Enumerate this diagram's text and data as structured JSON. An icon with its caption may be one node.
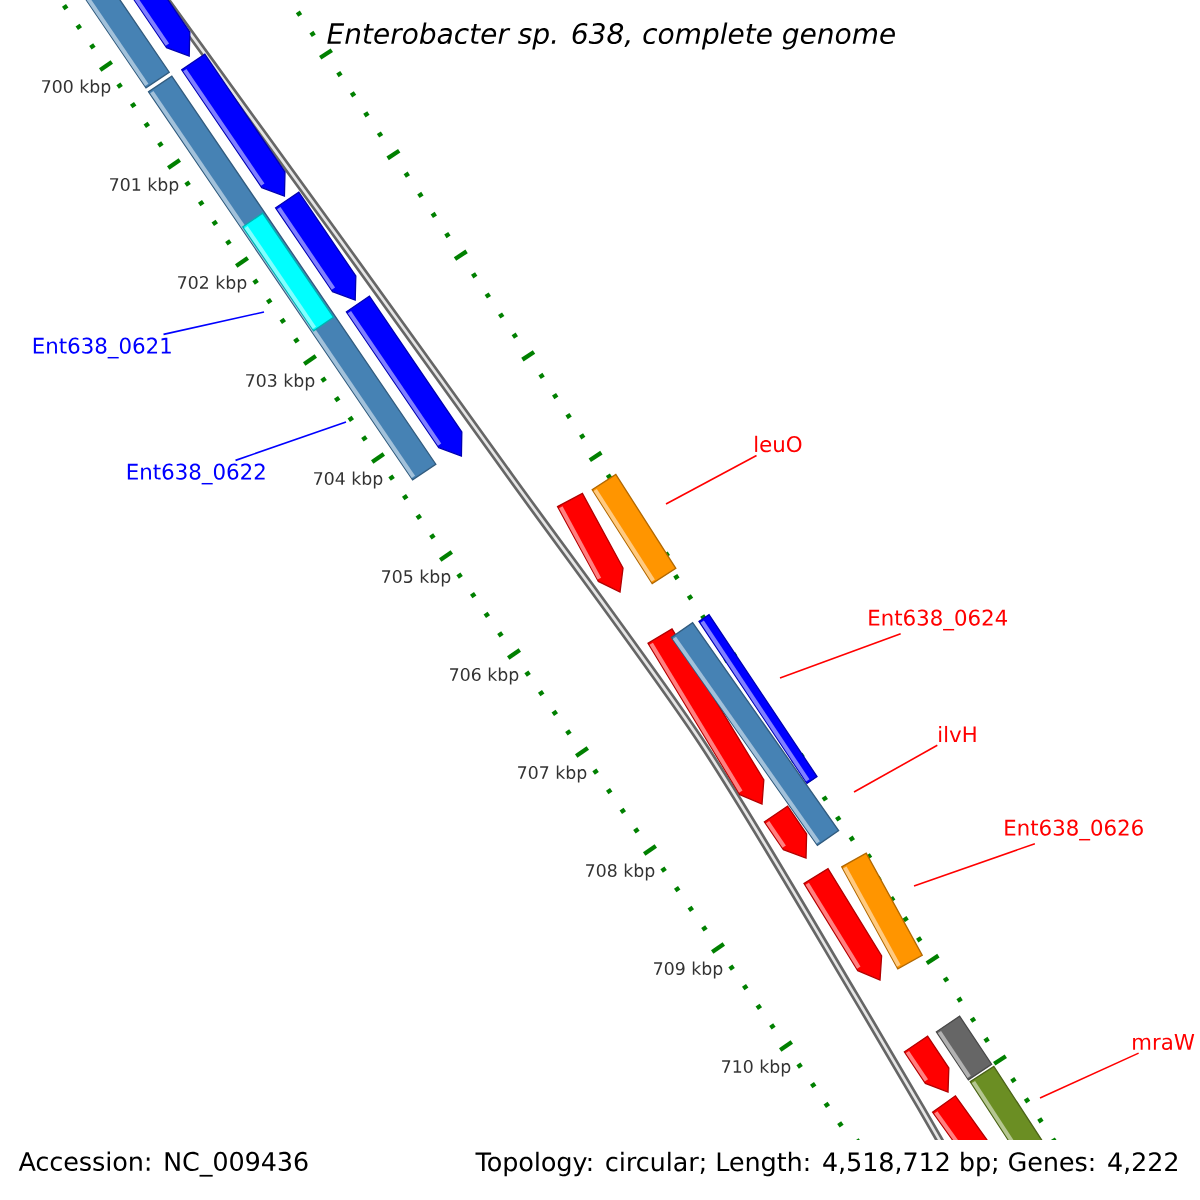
{
  "diagram": {
    "title": "*Enterobacter sp. 638, complete genome*",
    "nodes": [
      {
        "text": [
          "Ent638_0621"
        ]
      },
      {
        "text": [
          "Ent638_0622"
        ]
      },
      {
        "text": [
          "leuO"
        ]
      },
      {
        "text": [
          "Ent638_0624"
        ]
      },
      {
        "text": [
          "ilvH"
        ]
      },
      {
        "text": [
          "Ent638_0626"
        ]
      },
      {
        "text": [
          "mraW"
        ]
      }
    ],
    "edges": [
      {
        "from": 0,
        "to": null,
        "arrow": "none",
        "color": "#0000ff"
      },
      {
        "from": 1,
        "to": null,
        "arrow": "none",
        "color": "#0000ff"
      },
      {
        "from": 2,
        "to": null,
        "arrow": "none"
      },
      {
        "from": 3,
        "to": null,
        "arrow": "none"
      },
      {
        "from": 4,
        "to": null,
        "arrow": "none"
      },
      {
        "from": 5,
        "to": null,
        "arrow": "none"
      },
      {
        "from": 6,
        "to": null,
        "arrow": "none"
      }
    ],
    "labels": [
      "700 kbp",
      "701 kbp",
      "702 kbp",
      "703 kbp",
      "704 kbp",
      "705 kbp",
      "706 kbp",
      "707 kbp",
      "708 kbp",
      "709 kbp",
      "710 kbp",
      "Accession: NC_009436",
      "Topology: circular; Length: 4,518,712 bp; Genes: 4,222"
    ]
  }
}
